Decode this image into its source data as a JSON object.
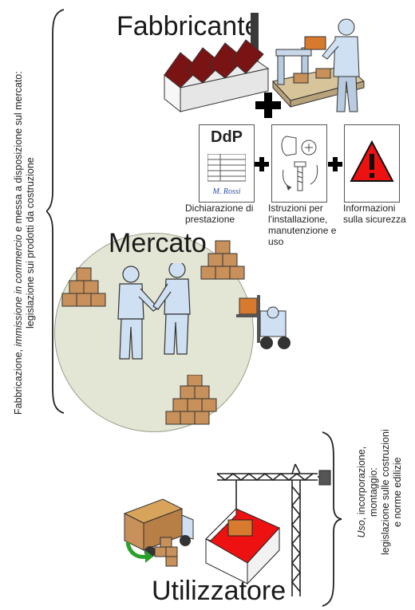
{
  "titles": {
    "manufacturer": "Fabbricante",
    "market": "Mercato",
    "user": "Utilizzatore"
  },
  "left_label": {
    "line1_prefix": "Fabbricazione, ",
    "line1_italic": "immissione in commercio",
    "line1_suffix": " e messa a disposizione sul mercato:",
    "line2": "legislazione sui prodotti da costruzione"
  },
  "right_label": {
    "line1_italic": "Uso",
    "line1_suffix": ", incorporazione,",
    "line2": "montaggio:",
    "line3": "legislazione sulle costruzioni",
    "line4": "e norme edilizie"
  },
  "documents": [
    {
      "caption": "Dichiarazione di prestazione",
      "badge": "DdP",
      "signature": "M. Rossi"
    },
    {
      "caption": "Istruzioni per l'installazione, manutenzione e uso"
    },
    {
      "caption": "Informazioni sulla sicurezza"
    }
  ],
  "icons": [
    "factory-icon",
    "assembly-worker-icon",
    "dop-document-icon",
    "instructions-icon",
    "warning-icon",
    "box-stack-icon",
    "handshake-icon",
    "forklift-icon",
    "delivery-truck-icon",
    "house-icon",
    "crane-icon"
  ],
  "colors": {
    "factory_roof": "#7a1414",
    "market_circle": "#e3e6d5",
    "warning_red": "#e11",
    "box": "#c8905a",
    "figure": "#cfe0f2"
  }
}
